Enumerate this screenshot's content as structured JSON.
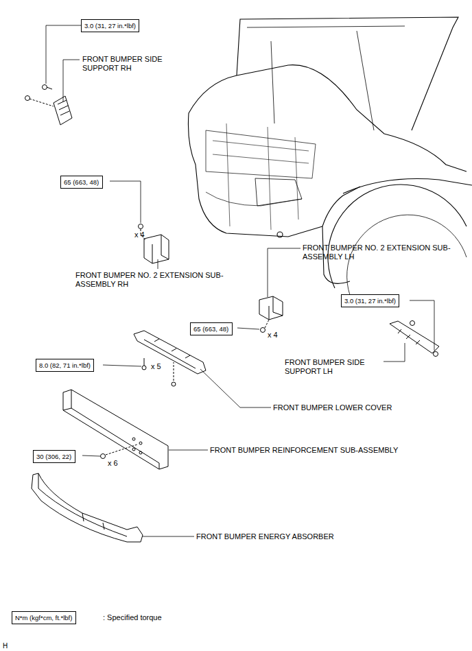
{
  "diagram": {
    "nodes": [
      {
        "text": [
          "3.0 (31, 27 in.*lbf)"
        ]
      },
      {
        "text": [
          "65 (663, 48)"
        ]
      },
      {
        "text": [
          "3.0 (31, 27 in.*lbf)"
        ]
      },
      {
        "text": [
          "65 (663, 48)"
        ]
      },
      {
        "text": [
          "8.0 (82, 71 in.*lbf)"
        ]
      },
      {
        "text": [
          "30 (306, 22)"
        ]
      },
      {
        "text": [
          "N*m (kgf*cm, ft.*lbf)"
        ]
      }
    ],
    "labels": [
      "FRONT BUMPER SIDE SUPPORT RH",
      "x 4",
      "FRONT BUMPER NO. 2 EXTENSION SUB-ASSEMBLY RH",
      "FRONT BUMPER NO. 2 EXTENSION SUB-ASSEMBLY LH",
      "x 4",
      "FRONT BUMPER SIDE SUPPORT LH",
      "x 5",
      "FRONT BUMPER LOWER COVER",
      "FRONT BUMPER REINFORCEMENT SUB-ASSEMBLY",
      "x 6",
      "FRONT BUMPER ENERGY ABSORBER",
      "H"
    ],
    "legend": [
      {
        "text": ": Specified torque"
      }
    ]
  }
}
